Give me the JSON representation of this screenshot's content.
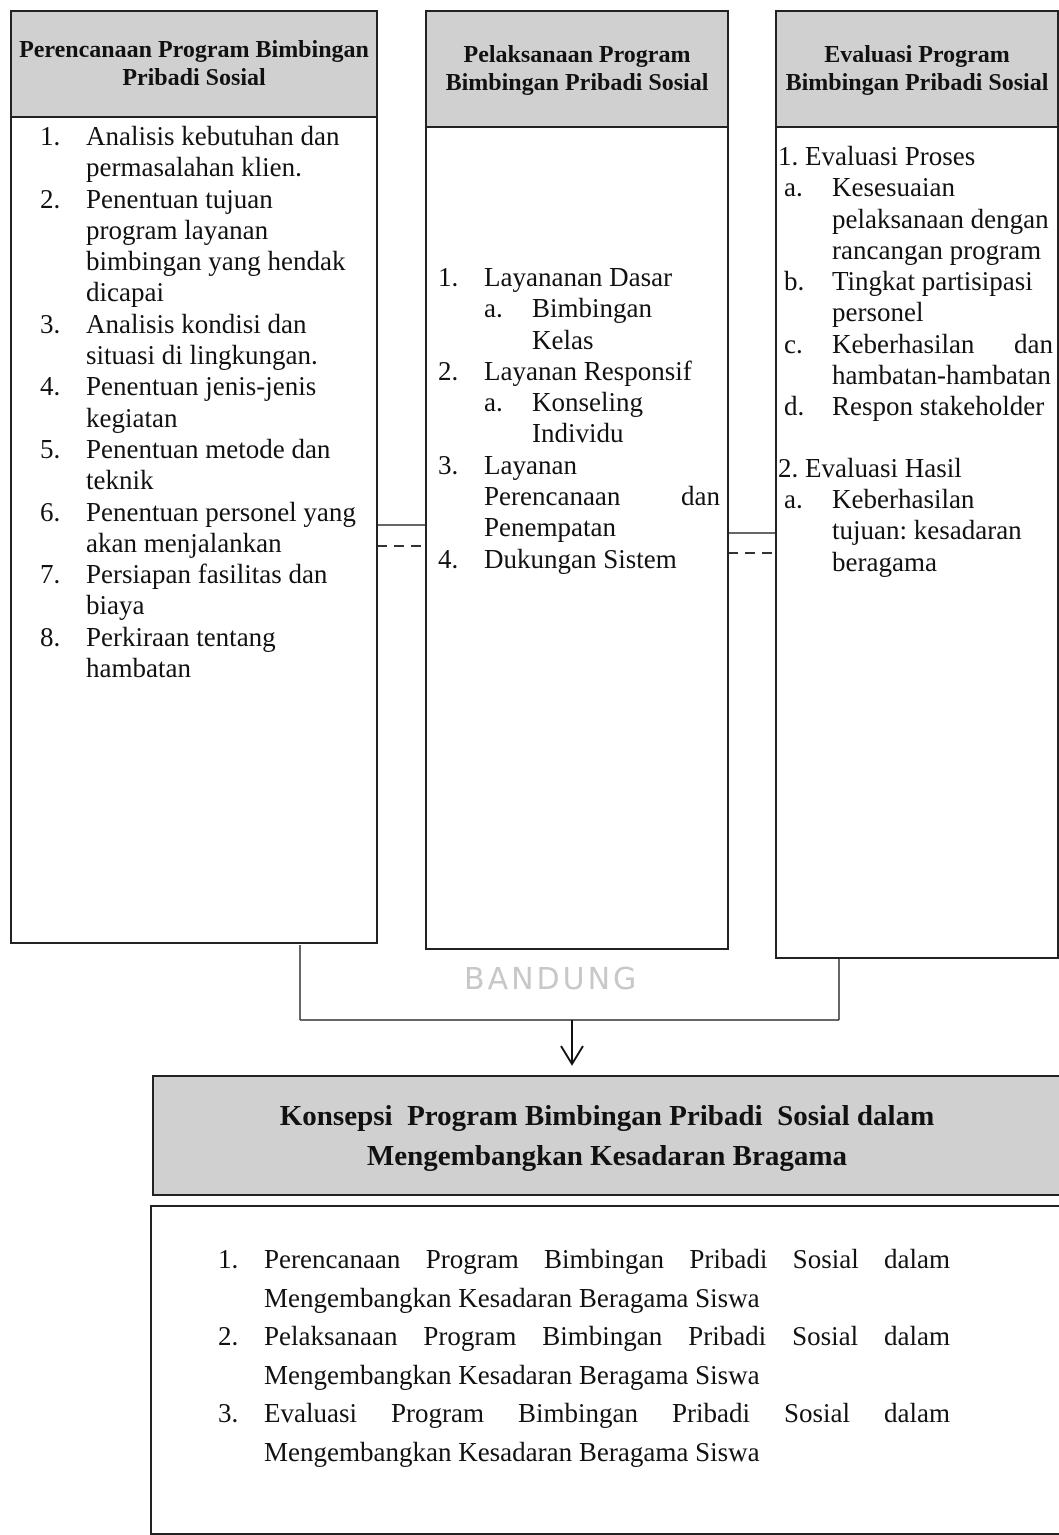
{
  "planning": {
    "title": "Perencanaan Program Bimbingan Pribadi Sosial",
    "items": [
      {
        "num": "1.",
        "text": "Analisis kebutuhan dan permasalahan klien."
      },
      {
        "num": "2.",
        "text": "Penentuan tujuan program layanan bimbingan yang hendak dicapai"
      },
      {
        "num": "3.",
        "text": "Analisis kondisi dan situasi di lingkungan."
      },
      {
        "num": "4.",
        "text": "Penentuan jenis-jenis kegiatan"
      },
      {
        "num": "5.",
        "text": "Penentuan metode dan teknik"
      },
      {
        "num": "6.",
        "text": "Penentuan personel yang akan menjalankan"
      },
      {
        "num": "7.",
        "text": "Persiapan fasilitas dan biaya"
      },
      {
        "num": "8.",
        "text": "Perkiraan tentang hambatan"
      }
    ]
  },
  "implementation": {
    "title": "Pelaksanaan Program Bimbingan Pribadi Sosial",
    "items": [
      {
        "num": "1.",
        "text": "Layananan Dasar",
        "sub": [
          {
            "num": "a.",
            "text": "Bimbingan Kelas"
          }
        ]
      },
      {
        "num": "2.",
        "text": "Layanan Responsif",
        "sub": [
          {
            "num": "a.",
            "text": "Konseling Individu"
          }
        ]
      },
      {
        "num": "3.",
        "text": "Layanan Perencanaan dan Penempatan"
      },
      {
        "num": "4.",
        "text": "Dukungan Sistem"
      }
    ]
  },
  "evaluation": {
    "title": "Evaluasi Program Bimbingan Pribadi Sosial",
    "process_heading": "1. Evaluasi Proses",
    "process_items": [
      {
        "num": "a.",
        "text": "Kesesuaian pelaksanaan dengan rancangan program"
      },
      {
        "num": "b.",
        "text": "Tingkat partisipasi personel"
      },
      {
        "num": "c.",
        "text": "Keberhasilan dan hambatan-hambatan"
      },
      {
        "num": "d.",
        "text": "Respon stakeholder"
      }
    ],
    "result_heading": "2. Evaluasi Hasil",
    "result_items": [
      {
        "num": "a.",
        "text": "Keberhasilan tujuan: kesadaran beragama"
      }
    ]
  },
  "concept": {
    "title_line1": "Konsepsi  Program Bimbingan Pribadi  Sosial dalam",
    "title_line2": "Mengembangkan Kesadaran Bragama",
    "items": [
      {
        "num": "1.",
        "text": "Perencanaan Program Bimbingan Pribadi Sosial dalam Mengembangkan Kesadaran Beragama Siswa"
      },
      {
        "num": "2.",
        "text": "Pelaksanaan Program Bimbingan Pribadi Sosial dalam Mengembangkan Kesadaran Beragama Siswa"
      },
      {
        "num": "3.",
        "text": "Evaluasi Program Bimbingan Pribadi Sosial dalam Mengembangkan Kesadaran Beragama Siswa"
      }
    ]
  },
  "watermark": {
    "text": "BANDUNG"
  },
  "colors": {
    "header_fill": "#d0d0d0",
    "border": "#222222",
    "watermark": "#c8c8c8"
  }
}
